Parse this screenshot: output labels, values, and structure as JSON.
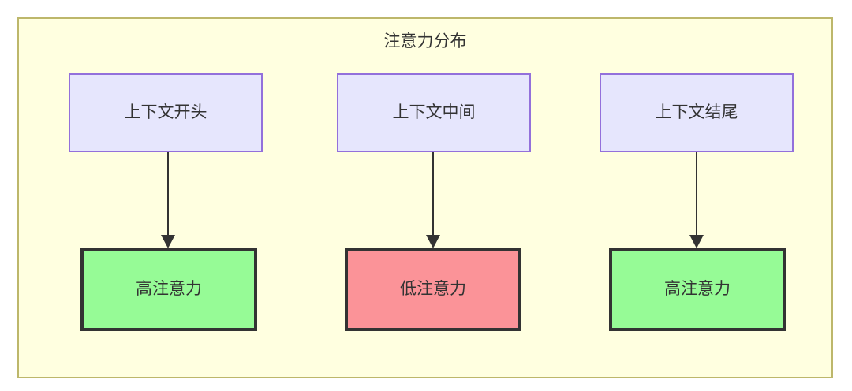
{
  "diagram": {
    "title": "注意力分布",
    "type": "flowchart",
    "container": {
      "fill_color": "#ffffe0",
      "border_color": "#bdb76b"
    },
    "columns": [
      {
        "source": {
          "label": "上下文开头",
          "fill_color": "#e6e6fd",
          "border_color": "#9370db"
        },
        "target": {
          "label": "高注意力",
          "fill_color": "#96fb96",
          "border_color": "#333333"
        },
        "connector": "arrow-down"
      },
      {
        "source": {
          "label": "上下文中间",
          "fill_color": "#e6e6fd",
          "border_color": "#9370db"
        },
        "target": {
          "label": "低注意力",
          "fill_color": "#fb9398",
          "border_color": "#333333"
        },
        "connector": "arrow-down"
      },
      {
        "source": {
          "label": "上下文结尾",
          "fill_color": "#e6e6fd",
          "border_color": "#9370db"
        },
        "target": {
          "label": "高注意力",
          "fill_color": "#96fb96",
          "border_color": "#333333"
        },
        "connector": "arrow-down"
      }
    ]
  }
}
